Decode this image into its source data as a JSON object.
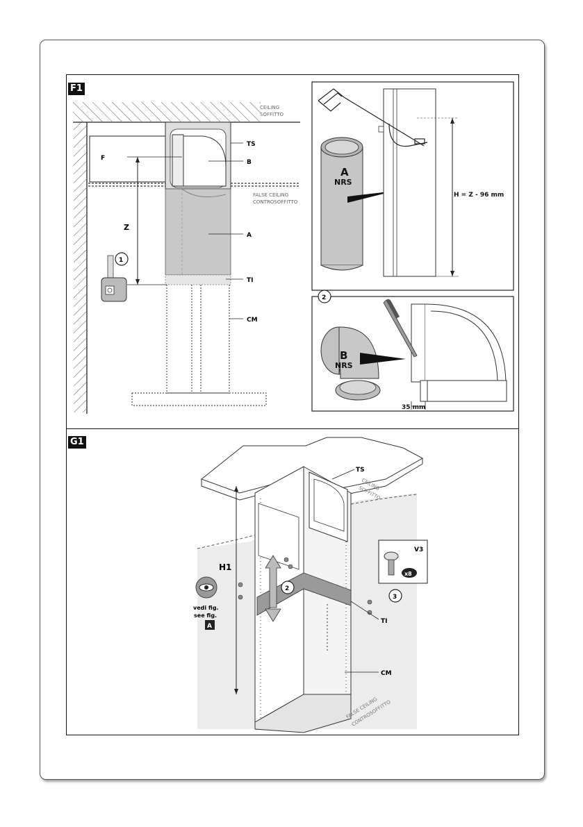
{
  "f1": {
    "badge": "F1",
    "ceiling_en": "CEILING",
    "ceiling_it": "SOFFITTO",
    "false_ceiling_en": "FALSE CEILING",
    "false_ceiling_it": "CONTROSOFFITTO",
    "label_ts": "TS",
    "label_b": "B",
    "label_a": "A",
    "label_ti": "TI",
    "label_cm": "CM",
    "label_f": "F",
    "label_z": "Z",
    "step_1": "1",
    "step_2": "2",
    "inset_a_letter": "A",
    "inset_a_nrs": "NRS",
    "inset_b_letter": "B",
    "inset_b_nrs": "NRS",
    "h_formula": "H = Z - 96 mm",
    "dim_35": "35 mm"
  },
  "g1": {
    "badge": "G1",
    "label_ts": "TS",
    "ceiling_en": "CEILING",
    "ceiling_it": "SOFFITTO",
    "label_h1": "H1",
    "vedi": "vedi fig.",
    "see": "see fig.",
    "ref_a": "A",
    "step_2": "2",
    "step_3": "3",
    "label_v3": "V3",
    "qty": "x8",
    "label_ti": "TI",
    "label_cm": "CM",
    "false_ceiling_en": "FALSE CEILING",
    "false_ceiling_it": "CONTROSOFFITTO"
  }
}
